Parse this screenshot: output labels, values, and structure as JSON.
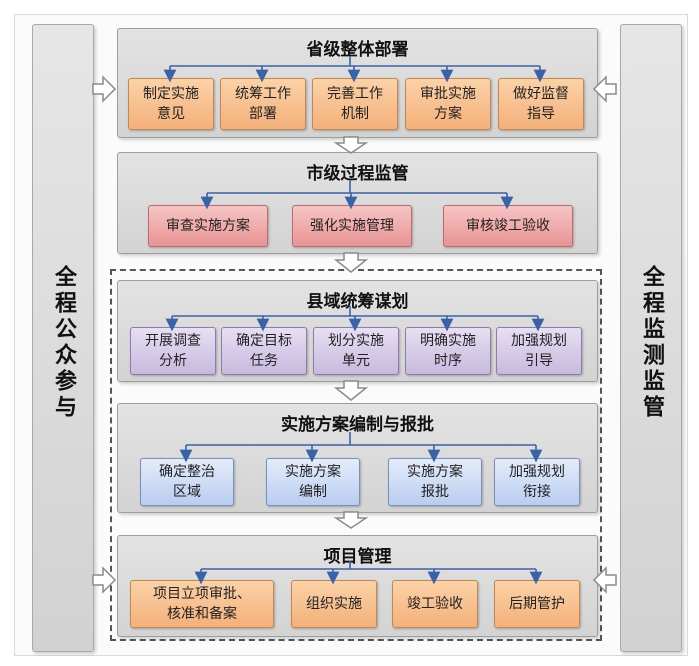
{
  "left_bar": {
    "label": "全程公众参与"
  },
  "right_bar": {
    "label": "全程监测监管"
  },
  "sections": [
    {
      "title": "省级整体部署",
      "items": [
        "制定实施\n意见",
        "统筹工作\n部署",
        "完善工作\n机制",
        "审批实施\n方案",
        "做好监督\n指导"
      ]
    },
    {
      "title": "市级过程监管",
      "items": [
        "审查实施方案",
        "强化实施管理",
        "审核竣工验收"
      ]
    },
    {
      "title": "县域统筹谋划",
      "items": [
        "开展调查\n分析",
        "确定目标\n任务",
        "划分实施\n单元",
        "明确实施\n时序",
        "加强规划\n引导"
      ]
    },
    {
      "title": "实施方案编制与报批",
      "items": [
        "确定整治\n区域",
        "实施方案\n编制",
        "实施方案\n报批",
        "加强规划\n衔接"
      ]
    },
    {
      "title": "项目管理",
      "items": [
        "项目立项审批、\n核准和备案",
        "组织实施",
        "竣工验收",
        "后期管护"
      ]
    }
  ],
  "colors": {
    "orange_fill": "#f4b07a",
    "red_fill": "#e99494",
    "purple_fill": "#c7b9de",
    "blue_fill": "#b9cdef",
    "connector": "#3a62a8"
  }
}
